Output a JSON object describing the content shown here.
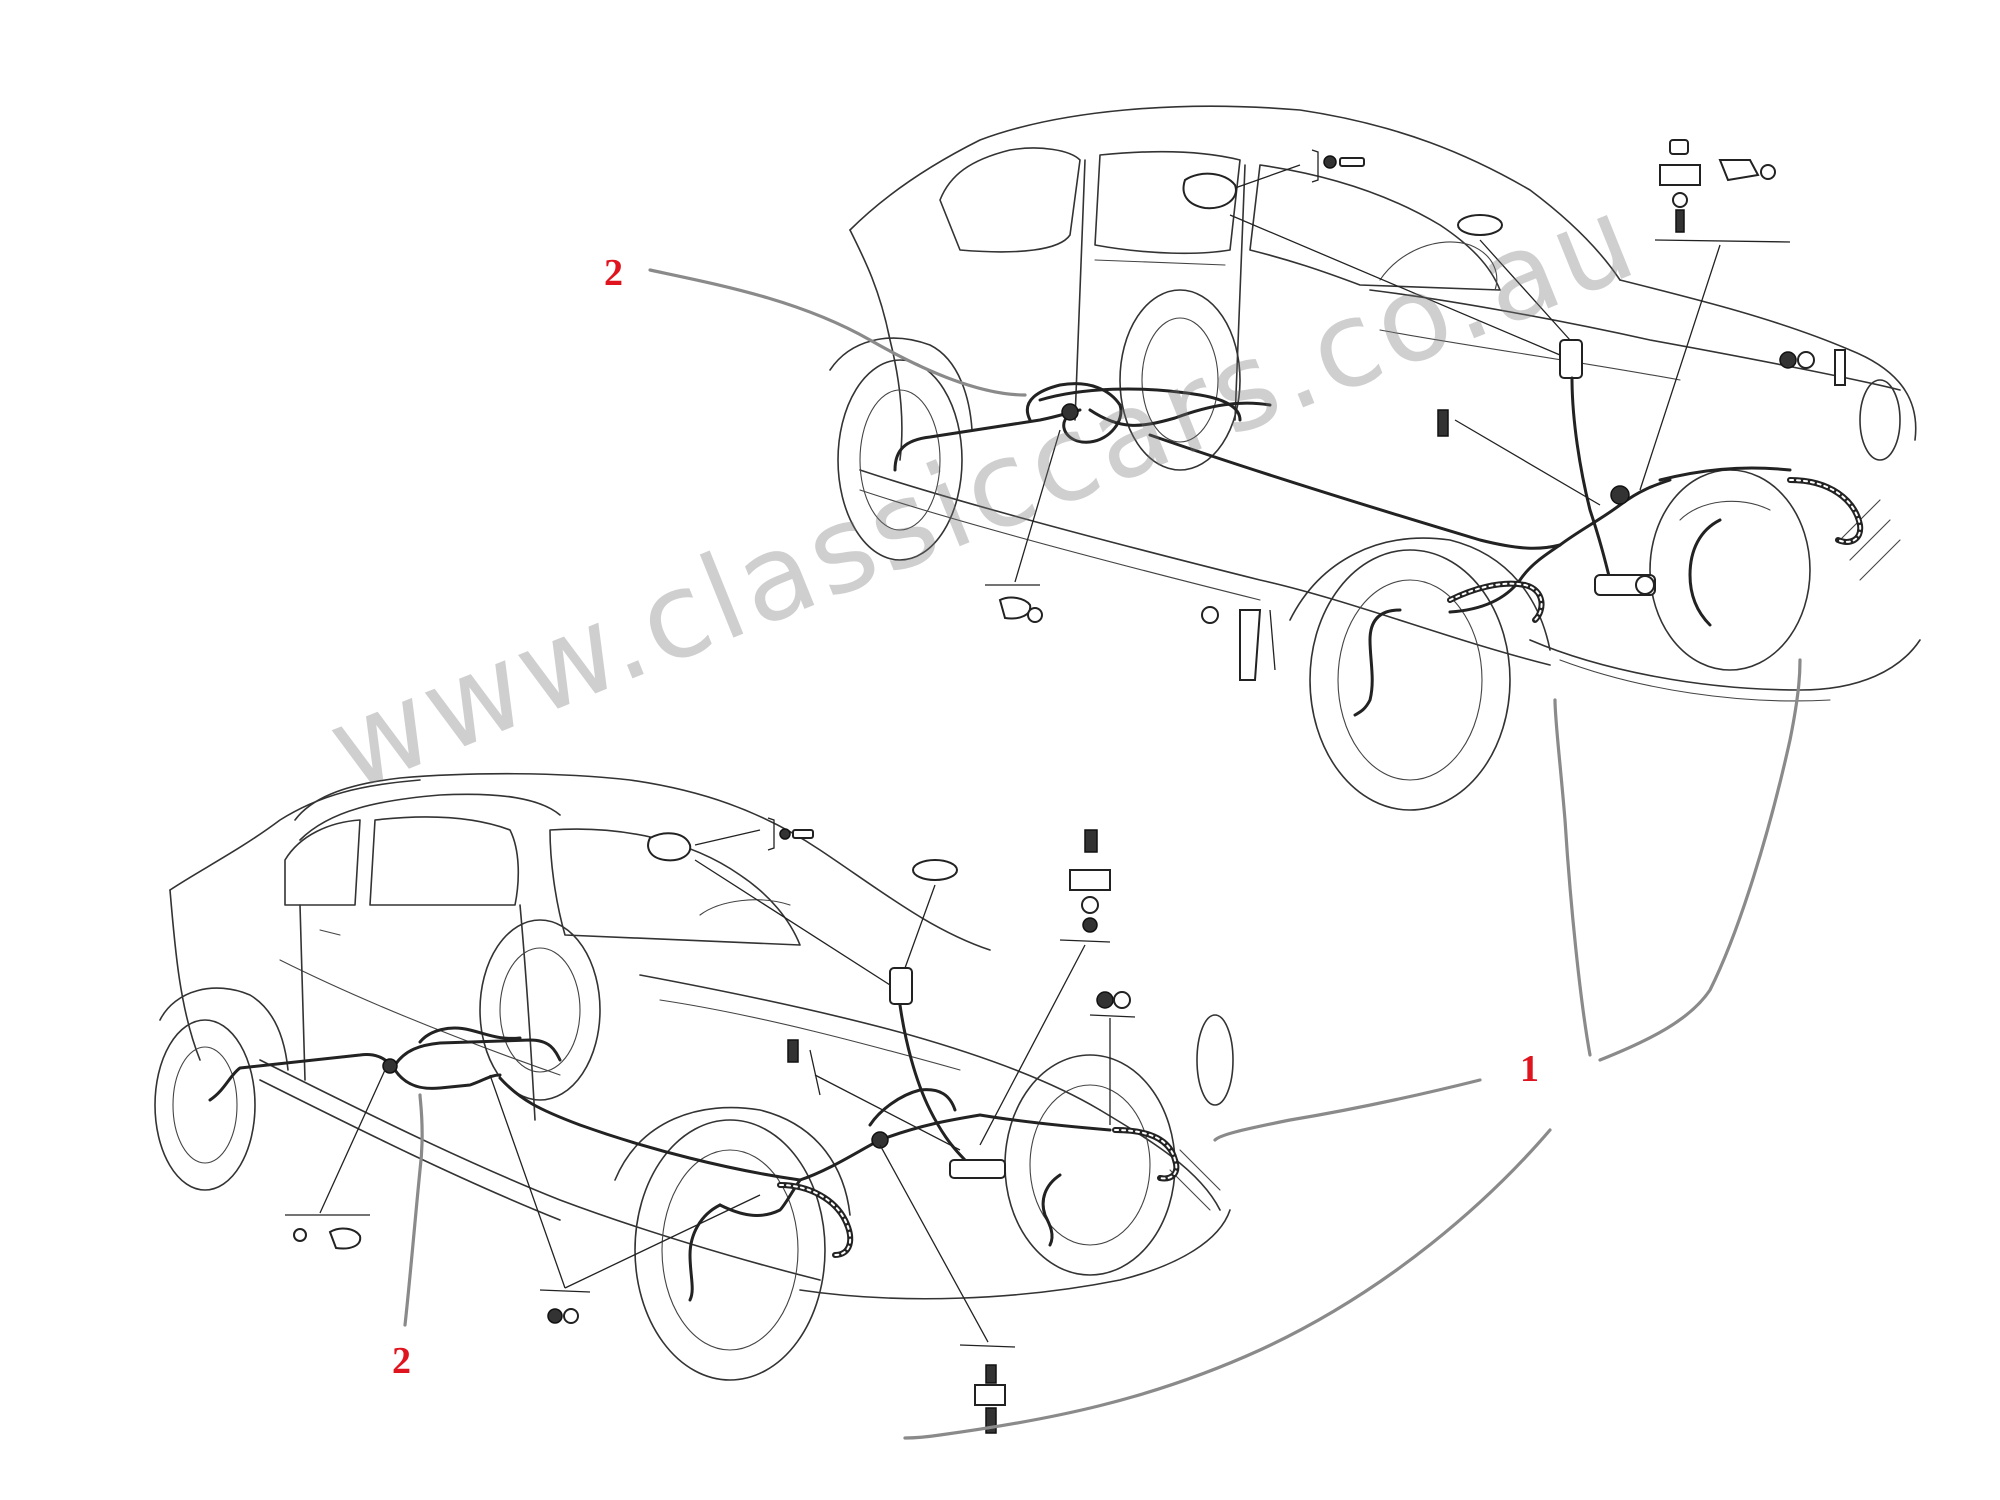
{
  "callouts": {
    "top_label": "2",
    "bottom_label": "2",
    "right_label": "1"
  },
  "watermark": {
    "text": "www.classiccars.co.au"
  },
  "colors": {
    "callout": "#e0141e",
    "watermark": "#777777",
    "pencil_line": "#8a8a8a",
    "line_art": "#333333"
  }
}
